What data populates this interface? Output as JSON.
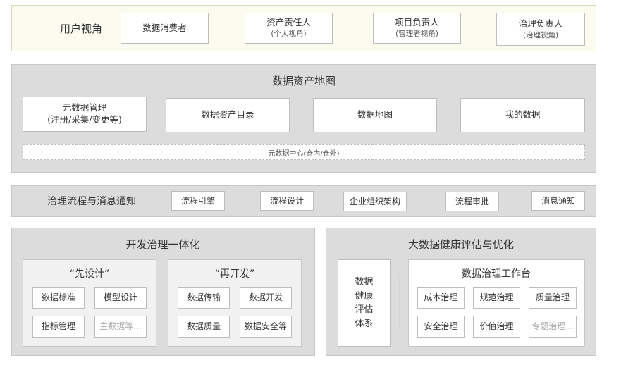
{
  "user_view": {
    "title": "用户视角",
    "roles": [
      {
        "label": "数据消费者",
        "sub": ""
      },
      {
        "label": "资产责任人",
        "sub": "(个人视角)"
      },
      {
        "label": "项目负责人",
        "sub": "(管理者视角)"
      },
      {
        "label": "治理负责人",
        "sub": "(治理视角)"
      }
    ]
  },
  "asset_map": {
    "title": "数据资产地图",
    "modules": [
      {
        "label": "元数据管理",
        "sub": "(注册/采集/变更等)"
      },
      {
        "label": "数据资产目录",
        "sub": ""
      },
      {
        "label": "数据地图",
        "sub": ""
      },
      {
        "label": "我的数据",
        "sub": ""
      }
    ],
    "center": "元数据中心(仓内/仓外)"
  },
  "workflow": {
    "title": "治理流程与消息通知",
    "items": [
      "流程引擎",
      "流程设计",
      "企业组织架构",
      "流程审批",
      "消息通知"
    ]
  },
  "dev_governance": {
    "title": "开发治理一体化",
    "design": {
      "title": "“先设计”",
      "items": [
        "数据标准",
        "模型设计",
        "指标管理",
        "主数据等..."
      ]
    },
    "develop": {
      "title": "“再开发”",
      "items": [
        "数据传输",
        "数据开发",
        "数据质量",
        "数据安全等"
      ]
    }
  },
  "health": {
    "title": "大数据健康评估与优化",
    "eval_system": [
      "数据",
      "健康",
      "评估",
      "体系"
    ],
    "workbench": {
      "title": "数据治理工作台",
      "items": [
        "成本治理",
        "规范治理",
        "质量治理",
        "安全治理",
        "价值治理",
        "专题治理..."
      ]
    }
  }
}
